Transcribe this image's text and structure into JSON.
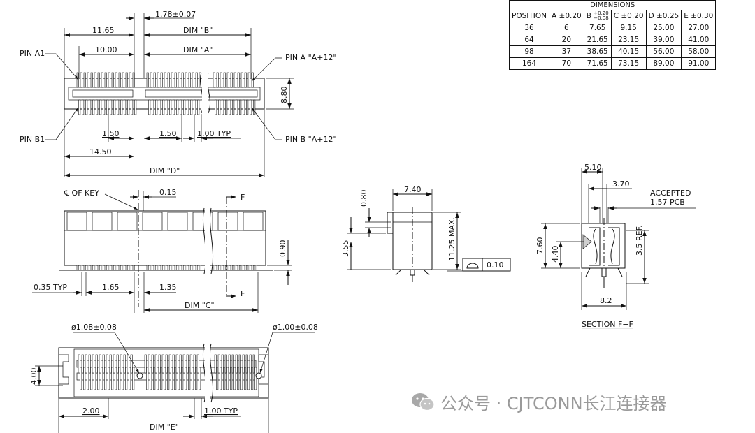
{
  "table": {
    "caption": "DIMENSIONS",
    "headers": {
      "position": "POSITION",
      "a": "A ±0.20",
      "b_prefix": "B",
      "b_tol_plus": "+0.20",
      "b_tol_minus": "−0.08",
      "c": "C ±0.20",
      "d": "D ±0.25",
      "e": "E ±0.30"
    },
    "rows": [
      {
        "position": "36",
        "a": "6",
        "b": "7.65",
        "c": "9.15",
        "d": "25.00",
        "e": "27.00"
      },
      {
        "position": "64",
        "a": "20",
        "b": "21.65",
        "c": "23.15",
        "d": "39.00",
        "e": "41.00"
      },
      {
        "position": "98",
        "a": "37",
        "b": "38.65",
        "c": "40.15",
        "d": "56.00",
        "e": "58.00"
      },
      {
        "position": "164",
        "a": "70",
        "b": "71.65",
        "c": "73.15",
        "d": "89.00",
        "e": "91.00"
      }
    ]
  },
  "top_view": {
    "dim_1_78": "1.78±0.07",
    "dim_11_65": "11.65",
    "dim_b": "DIM \"B\"",
    "dim_10_00": "10.00",
    "dim_a": "DIM \"A\"",
    "pin_a1": "PIN A1",
    "pin_a_end": "PIN A \"A+12\"",
    "pin_b1": "PIN B1",
    "pin_b_end": "PIN B \"A+12\"",
    "dim_8_80": "8.80",
    "dim_1_50_left": "1.50",
    "dim_1_50_right": "1.50",
    "dim_pitch": "1.00 TYP",
    "dim_14_50": "14.50",
    "dim_d": "DIM \"D\""
  },
  "front_view": {
    "key_label": "℄ OF KEY",
    "dim_0_15": "0.15",
    "section_mark_top": "F",
    "section_mark_bottom": "F",
    "dim_0_90": "0.90",
    "dim_0_35": "0.35 TYP",
    "dim_1_65": "1.65",
    "dim_1_35": "1.35",
    "dim_c": "DIM \"C\""
  },
  "bottom_view": {
    "hole_left": "ø1.08±0.08",
    "hole_right": "ø1.00±0.08",
    "dim_4_00": "4.00",
    "dim_2_00": "2.00",
    "dim_pitch": "1.00 TYP",
    "dim_e": "DIM \"E\""
  },
  "side_view": {
    "dim_7_40": "7.40",
    "dim_0_80": "0.80",
    "dim_3_55": "3.55",
    "dim_11_25": "11.25 MAX.",
    "flatness_value": "0.10",
    "flatness_symbol": "flatness-icon"
  },
  "section_view": {
    "dim_5_10": "5.10",
    "dim_3_70": "3.70",
    "pcb_label_1": "ACCEPTED",
    "pcb_label_2": "1.57 PCB",
    "dim_7_60": "7.60",
    "dim_4_40": "4.40",
    "dim_3_5": "3.5 REF.",
    "dim_8_2": "8.2",
    "title": "SECTION F−F"
  },
  "watermark": {
    "icon": "wechat-icon",
    "text": "公众号 · CJTCONN长江连接器"
  }
}
